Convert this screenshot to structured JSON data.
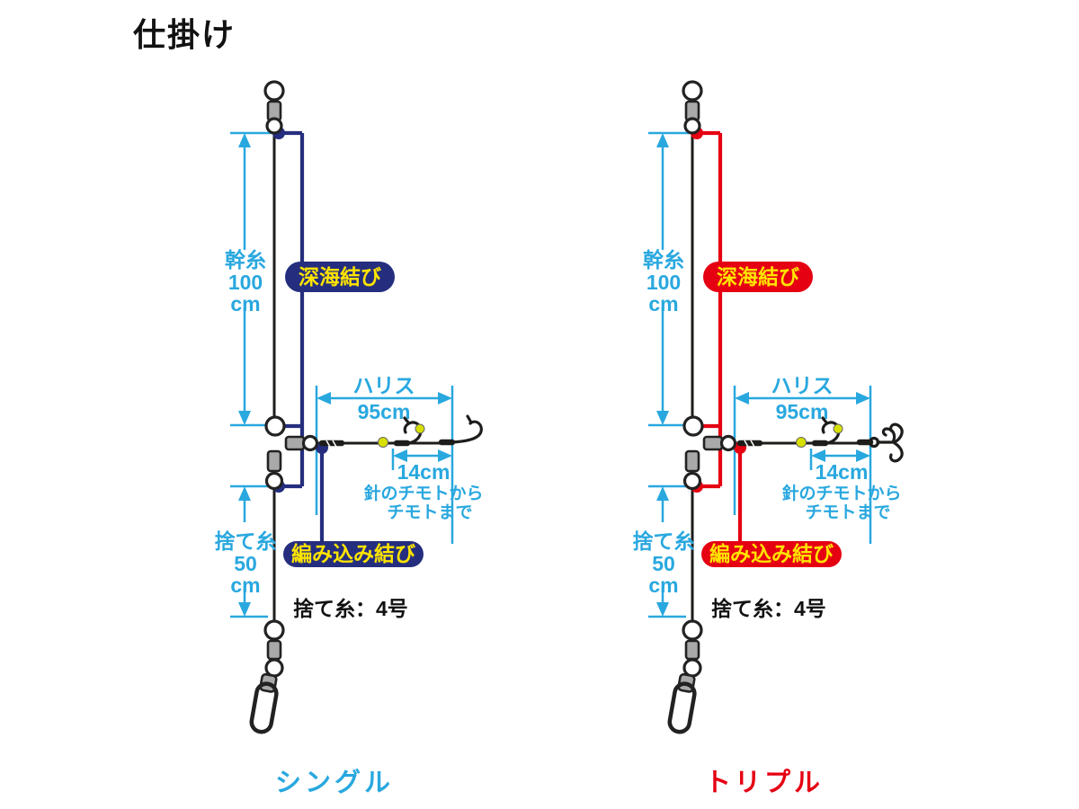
{
  "title": "仕掛け",
  "colors": {
    "measure": "#29a8df",
    "pill_text": "#ffe400",
    "bead": "#d8e000",
    "line": "#1d1d1b",
    "hardware": "#a9a9a9"
  },
  "diagrams": [
    {
      "name": "single",
      "caption": "シングル",
      "caption_color": "#29a8df",
      "accent": "#252e7e",
      "end_hook": "single",
      "knots": {
        "top": "深海結び",
        "bottom": "編み込み結び"
      },
      "measurements": {
        "main_line": {
          "label": "幹糸",
          "value": "100",
          "unit": "cm"
        },
        "leader": {
          "label": "ハリス",
          "value": "95cm"
        },
        "hook_spacing": {
          "value": "14cm",
          "note_line1": "針のチモトから",
          "note_line2": "チモトまで"
        },
        "drop_line": {
          "label": "捨て糸",
          "value": "50",
          "unit": "cm"
        },
        "drop_line_spec": "捨て糸：4号"
      }
    },
    {
      "name": "triple",
      "caption": "トリプル",
      "caption_color": "#e50012",
      "accent": "#e50012",
      "end_hook": "treble",
      "knots": {
        "top": "深海結び",
        "bottom": "編み込み結び"
      },
      "measurements": {
        "main_line": {
          "label": "幹糸",
          "value": "100",
          "unit": "cm"
        },
        "leader": {
          "label": "ハリス",
          "value": "95cm"
        },
        "hook_spacing": {
          "value": "14cm",
          "note_line1": "針のチモトから",
          "note_line2": "チモトまで"
        },
        "drop_line": {
          "label": "捨て糸",
          "value": "50",
          "unit": "cm"
        },
        "drop_line_spec": "捨て糸：4号"
      }
    }
  ]
}
